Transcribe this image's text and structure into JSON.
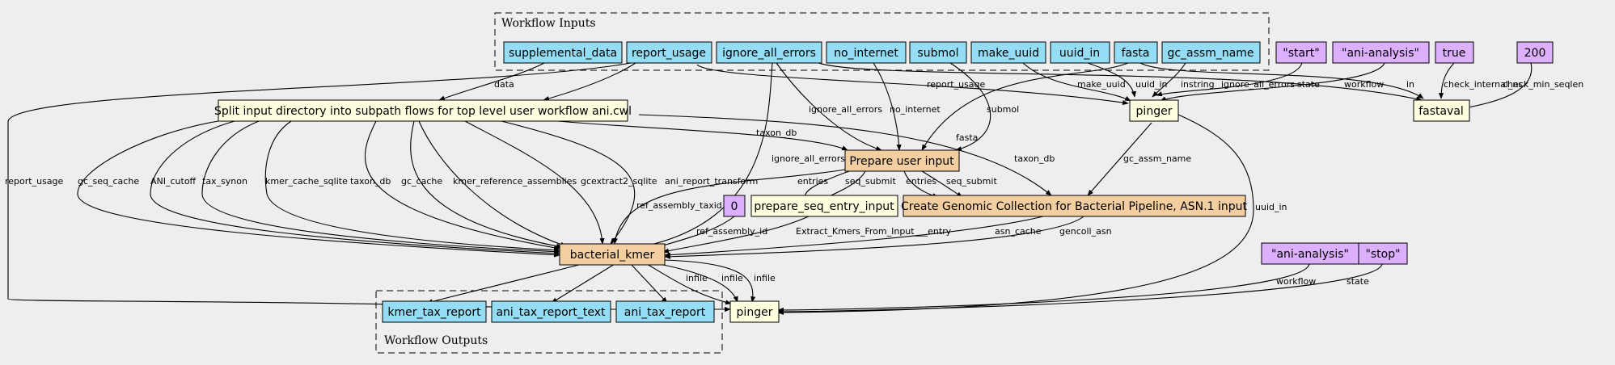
{
  "colors": {
    "background": "#eeeeee",
    "input": "#94ddf4",
    "output": "#94ddf4",
    "tool": "#ffffe0",
    "workflow": "#f3cea1",
    "constant": "#dcb0fc"
  },
  "clusters": {
    "inputs": "Workflow Inputs",
    "outputs": "Workflow Outputs"
  },
  "inputs": [
    "supplemental_data",
    "report_usage",
    "ignore_all_errors",
    "no_internet",
    "submol",
    "make_uuid",
    "uuid_in",
    "fasta",
    "gc_assm_name"
  ],
  "constants": {
    "start": "\"start\"",
    "ani_top": "\"ani-analysis\"",
    "true": "true",
    "n200": "200",
    "zero": "0",
    "ani_bottom": "\"ani-analysis\"",
    "stop": "\"stop\""
  },
  "steps": {
    "split": "Split input directory into subpath flows for top level user workflow ani.cwl",
    "pinger_top": "pinger",
    "fastaval": "fastaval",
    "prepare_user_input": "Prepare user input",
    "create_genomic": "Create Genomic Collection for Bacterial Pipeline, ASN.1 input",
    "prepare_seq": "prepare_seq_entry_input",
    "bacterial_kmer": "bacterial_kmer",
    "pinger_bottom": "pinger"
  },
  "outputs": [
    "kmer_tax_report",
    "ani_tax_report_text",
    "ani_tax_report"
  ],
  "edge_labels": {
    "data": "data",
    "report_usage_top": "report_usage",
    "report_usage_left": "report_usage",
    "state_top": "state",
    "workflow_top": "workflow",
    "in": "in",
    "check_internal_ns": "check_internal_ns",
    "check_min_seqlen": "check_min_seqlen",
    "make_uuid": "make_uuid",
    "uuid_in_top": "uuid_in",
    "instring": "instring",
    "ignore_all_errors_top": "ignore_all_errors",
    "ignore_all_errors_pui": "ignore_all_errors",
    "ignore_all_errors_bk": "ignore_all_errors",
    "no_internet": "no_internet",
    "fasta": "fasta",
    "submol": "submol",
    "taxon_db_pui": "taxon_db",
    "taxon_db_cg": "taxon_db",
    "gc_assm_name": "gc_assm_name",
    "uuid_in_bottom": "uuid_in",
    "gc_seq_cache": "gc_seq_cache",
    "ani_cutoff": "ANI_cutoff",
    "tax_synon": "tax_synon",
    "kmer_cache_sqlite": "kmer_cache_sqlite",
    "taxon_db_bk": "taxon_db",
    "gc_cache": "gc_cache",
    "kmer_reference_assemblies": "kmer_reference_assemblies",
    "gcextract2_sqlite": "gcextract2_sqlite",
    "ani_report_transform": "ani_report_transform",
    "entries_ps": "entries",
    "seq_submit_ps": "seq_submit",
    "entries_cg": "entries",
    "seq_submit_cg": "seq_submit",
    "ref_assembly_taxid": "ref_assembly_taxid",
    "ref_assembly_id": "ref_assembly_id",
    "extract_kmers": "Extract_Kmers_From_Input___entry",
    "asn_cache": "asn_cache",
    "gencoll_asn": "gencoll_asn",
    "infile_1": "infile",
    "infile_2": "infile",
    "infile_3": "infile",
    "workflow_bottom": "workflow",
    "state_bottom": "state"
  }
}
